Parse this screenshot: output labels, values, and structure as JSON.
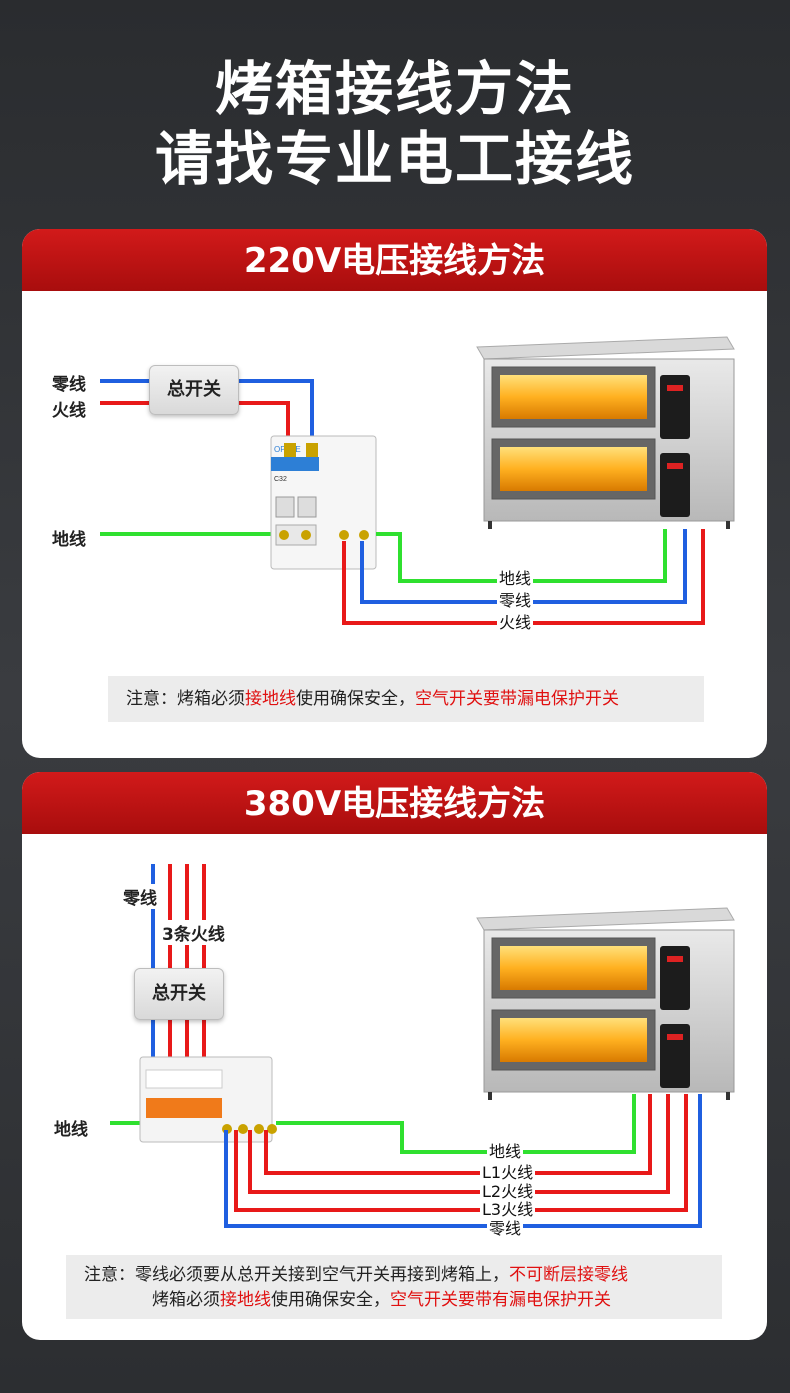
{
  "header": {
    "title_line1": "烤箱接线方法",
    "title_line2": "请找专业电工接线"
  },
  "section_220": {
    "banner": "220V电压接线方法",
    "labels": {
      "neutral": "零线",
      "live": "火线",
      "ground": "地线",
      "main_switch": "总开关",
      "breaker_brand": "OPPLE",
      "breaker_model": "C32"
    },
    "oven_wire_labels": [
      "地线",
      "零线",
      "火线"
    ],
    "note": {
      "prefix": "注意：烤箱必须",
      "highlight1": "接地线",
      "middle": "使用确保安全，",
      "highlight2": "空气开关要带漏电保护开关"
    }
  },
  "section_380": {
    "banner": "380V电压接线方法",
    "labels": {
      "neutral": "零线",
      "three_live": "3条火线",
      "main_switch": "总开关",
      "ground": "地线"
    },
    "oven_wire_labels": [
      "地线",
      "L1火线",
      "L2火线",
      "L3火线",
      "零线"
    ],
    "note": {
      "line1_prefix": "注意：零线必须要从总开关接到空气开关再接到烤箱上，",
      "line1_highlight": "不可断层接零线",
      "line2_prefix": "烤箱必须",
      "line2_highlight1": "接地线",
      "line2_middle": "使用确保安全，",
      "line2_highlight2": "空气开关要带有漏电保护开关"
    }
  },
  "colors": {
    "neutral_wire": "#1f5fe0",
    "live_wire": "#e81919",
    "ground_wire": "#2fe02f",
    "banner_red": "#c41212"
  }
}
